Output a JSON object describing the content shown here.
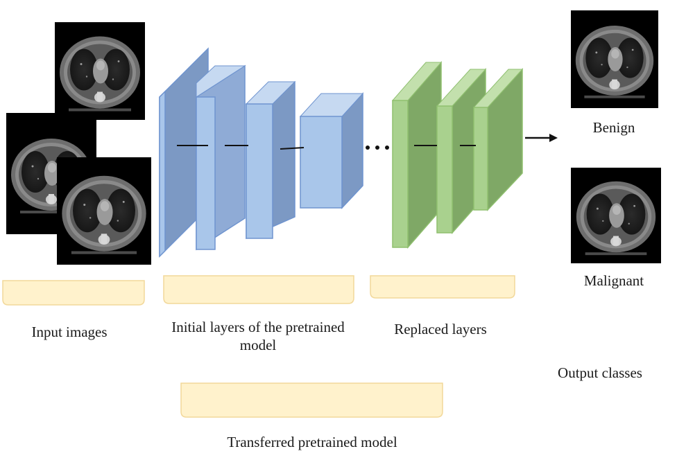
{
  "labels": {
    "input_images": "Input images",
    "initial_layers": "Initial layers of the pretrained model",
    "replaced_layers": "Replaced layers",
    "transferred_model": "Transferred pretrained model",
    "output_classes": "Output classes",
    "benign": "Benign",
    "malignant": "Malignant"
  },
  "icons": {
    "ct_scan": "ct-scan-image",
    "arrow": "right-arrow-icon",
    "ellipsis": "ellipsis-dots"
  },
  "colors": {
    "blue_front": "#a9c6ea",
    "blue_side": "#7c99c4",
    "blue_top": "#c6d9f1",
    "blue_edge": "#6f94cf",
    "green_front": "#a9d18e",
    "green_side": "#7fa866",
    "green_top": "#c3e0ad",
    "green_edge": "#8fbf6f",
    "bracket_fill": "#fff2cc",
    "bracket_edge": "#f2d89a"
  }
}
